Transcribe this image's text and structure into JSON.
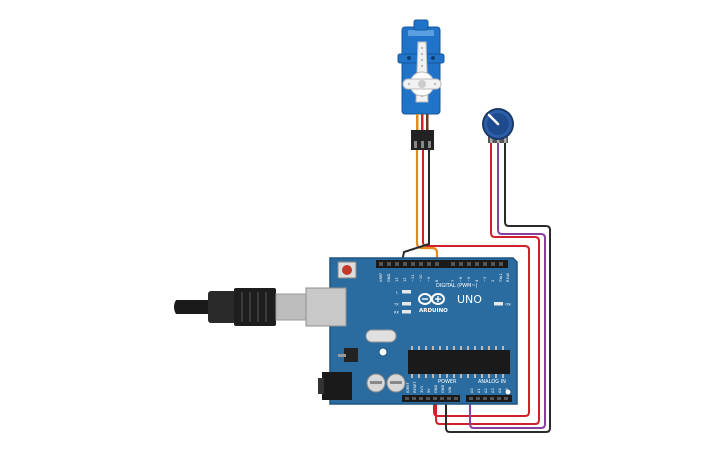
{
  "board": {
    "logo_text": "UNO",
    "brand_text": "ARDUINO",
    "digital_label": "DIGITAL (PWM~)",
    "power_label": "POWER",
    "analog_label": "ANALOG IN",
    "led_l": "L",
    "led_tx": "TX",
    "led_rx": "RX",
    "led_on": "ON",
    "digital_pins": [
      "AREF",
      "GND",
      "13",
      "12",
      "~11",
      "~10",
      "~9",
      "8",
      "7",
      "~6",
      "~5",
      "4",
      "~3",
      "2",
      "TX▸1",
      "RX◂0"
    ],
    "power_pins": [
      "IOREF",
      "RESET",
      "3V3",
      "5V",
      "GND",
      "GND",
      "VIN"
    ],
    "analog_pins": [
      "A0",
      "A1",
      "A2",
      "A3",
      "A4",
      "A5"
    ]
  },
  "components": {
    "servo": "servo-motor",
    "potentiometer": "potentiometer",
    "usb": "usb-cable"
  },
  "colors": {
    "board": "#2a6ca0",
    "board_edge": "#1f5580",
    "wire_orange": "#e8891c",
    "wire_red": "#d0202a",
    "wire_black": "#2a2a2a",
    "wire_purple": "#8a3fa0",
    "servo_blue": "#1f73c8"
  }
}
